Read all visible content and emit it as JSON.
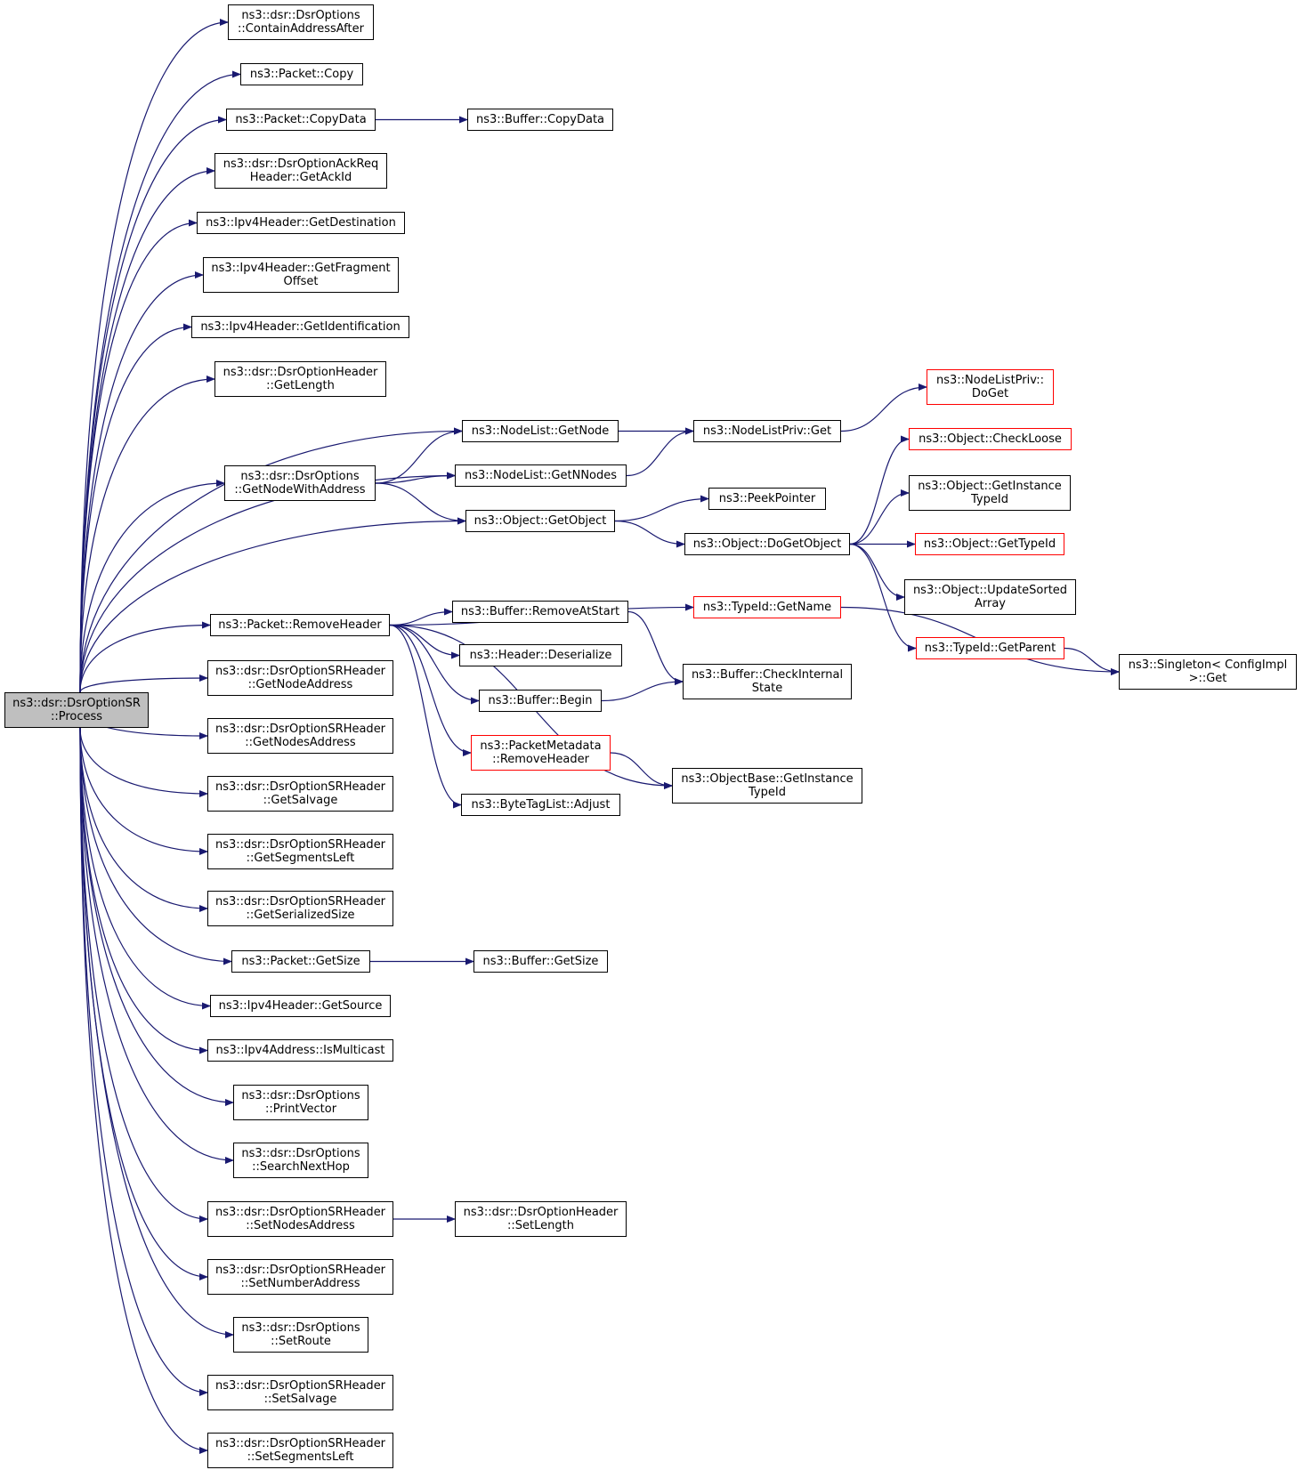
{
  "colors": {
    "edge": "#191970",
    "node_border": "#000000",
    "truncated_border": "#ff0000",
    "root_fill": "#bfbfbf"
  },
  "nodes": {
    "root": {
      "l1": "ns3::dsr::DsrOptionSR",
      "l2": "::Process"
    },
    "n1": {
      "l1": "ns3::dsr::DsrOptions",
      "l2": "::ContainAddressAfter"
    },
    "n2": {
      "l1": "ns3::Packet::Copy",
      "l2": ""
    },
    "n3": {
      "l1": "ns3::Packet::CopyData",
      "l2": ""
    },
    "n4": {
      "l1": "ns3::dsr::DsrOptionAckReq",
      "l2": "Header::GetAckId"
    },
    "n5": {
      "l1": "ns3::Ipv4Header::GetDestination",
      "l2": ""
    },
    "n6": {
      "l1": "ns3::Ipv4Header::GetFragment",
      "l2": "Offset"
    },
    "n7": {
      "l1": "ns3::Ipv4Header::GetIdentification",
      "l2": ""
    },
    "n8": {
      "l1": "ns3::dsr::DsrOptionHeader",
      "l2": "::GetLength"
    },
    "n9": {
      "l1": "ns3::dsr::DsrOptions",
      "l2": "::GetNodeWithAddress"
    },
    "n10": {
      "l1": "ns3::Packet::RemoveHeader",
      "l2": ""
    },
    "n11": {
      "l1": "ns3::dsr::DsrOptionSRHeader",
      "l2": "::GetNodeAddress"
    },
    "n12": {
      "l1": "ns3::dsr::DsrOptionSRHeader",
      "l2": "::GetNodesAddress"
    },
    "n13": {
      "l1": "ns3::dsr::DsrOptionSRHeader",
      "l2": "::GetSalvage"
    },
    "n14": {
      "l1": "ns3::dsr::DsrOptionSRHeader",
      "l2": "::GetSegmentsLeft"
    },
    "n15": {
      "l1": "ns3::dsr::DsrOptionSRHeader",
      "l2": "::GetSerializedSize"
    },
    "n16": {
      "l1": "ns3::Packet::GetSize",
      "l2": ""
    },
    "n17": {
      "l1": "ns3::Ipv4Header::GetSource",
      "l2": ""
    },
    "n18": {
      "l1": "ns3::Ipv4Address::IsMulticast",
      "l2": ""
    },
    "n19": {
      "l1": "ns3::dsr::DsrOptions",
      "l2": "::PrintVector"
    },
    "n20": {
      "l1": "ns3::dsr::DsrOptions",
      "l2": "::SearchNextHop"
    },
    "n21": {
      "l1": "ns3::dsr::DsrOptionSRHeader",
      "l2": "::SetNodesAddress"
    },
    "n22": {
      "l1": "ns3::dsr::DsrOptionSRHeader",
      "l2": "::SetNumberAddress"
    },
    "n23": {
      "l1": "ns3::dsr::DsrOptions",
      "l2": "::SetRoute"
    },
    "n24": {
      "l1": "ns3::dsr::DsrOptionSRHeader",
      "l2": "::SetSalvage"
    },
    "n25": {
      "l1": "ns3::dsr::DsrOptionSRHeader",
      "l2": "::SetSegmentsLeft"
    },
    "b1": {
      "l1": "ns3::Buffer::CopyData",
      "l2": ""
    },
    "b2": {
      "l1": "ns3::NodeList::GetNode",
      "l2": ""
    },
    "b3": {
      "l1": "ns3::NodeList::GetNNodes",
      "l2": ""
    },
    "b4": {
      "l1": "ns3::Object::GetObject",
      "l2": ""
    },
    "b5": {
      "l1": "ns3::Buffer::RemoveAtStart",
      "l2": ""
    },
    "b6": {
      "l1": "ns3::Header::Deserialize",
      "l2": ""
    },
    "b7": {
      "l1": "ns3::Buffer::Begin",
      "l2": ""
    },
    "b8": {
      "l1": "ns3::PacketMetadata",
      "l2": "::RemoveHeader"
    },
    "b9": {
      "l1": "ns3::ByteTagList::Adjust",
      "l2": ""
    },
    "b10": {
      "l1": "ns3::Buffer::GetSize",
      "l2": ""
    },
    "b11": {
      "l1": "ns3::dsr::DsrOptionHeader",
      "l2": "::SetLength"
    },
    "c1": {
      "l1": "ns3::NodeListPriv::Get",
      "l2": ""
    },
    "c2": {
      "l1": "ns3::PeekPointer",
      "l2": ""
    },
    "c3": {
      "l1": "ns3::Object::DoGetObject",
      "l2": ""
    },
    "c4": {
      "l1": "ns3::TypeId::GetName",
      "l2": ""
    },
    "c5": {
      "l1": "ns3::Buffer::CheckInternal",
      "l2": "State"
    },
    "c6": {
      "l1": "ns3::ObjectBase::GetInstance",
      "l2": "TypeId"
    },
    "d1": {
      "l1": "ns3::NodeListPriv::",
      "l2": "DoGet"
    },
    "d2": {
      "l1": "ns3::Object::CheckLoose",
      "l2": ""
    },
    "d3": {
      "l1": "ns3::Object::GetInstance",
      "l2": "TypeId"
    },
    "d4": {
      "l1": "ns3::Object::GetTypeId",
      "l2": ""
    },
    "d5": {
      "l1": "ns3::Object::UpdateSorted",
      "l2": "Array"
    },
    "d6": {
      "l1": "ns3::TypeId::GetParent",
      "l2": ""
    },
    "e1": {
      "l1": "ns3::Singleton< ConfigImpl",
      "l2": " >::Get"
    }
  }
}
